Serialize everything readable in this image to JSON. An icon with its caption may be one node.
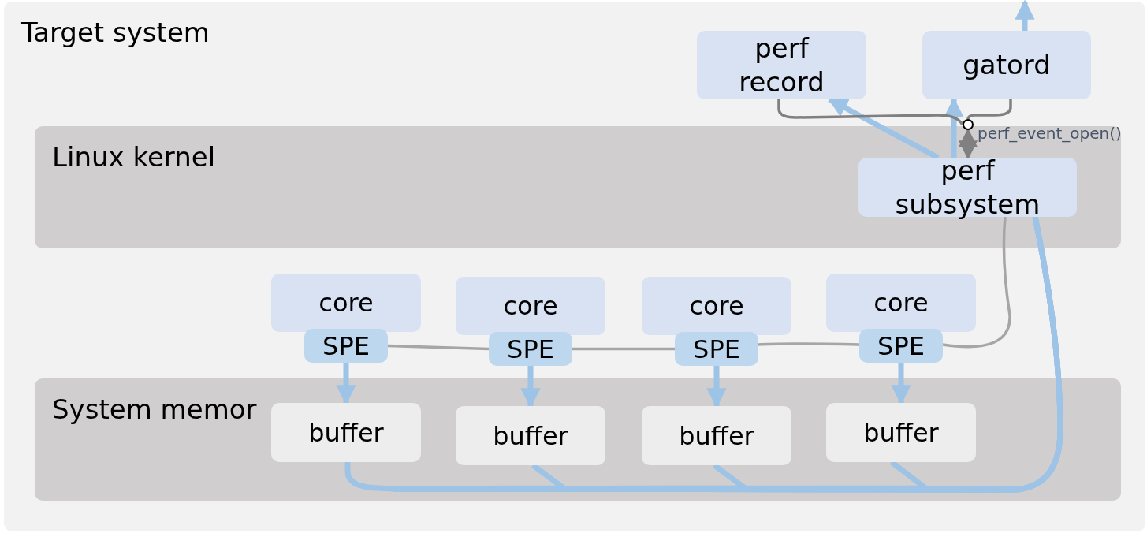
{
  "diagram": {
    "nodes": [
      {
        "text": [
          "Target system"
        ]
      },
      {
        "text": [
          "perf record"
        ],
        "in": 0
      },
      {
        "text": [
          "gatord"
        ],
        "in": 0
      },
      {
        "text": [
          "Linux kernel"
        ],
        "in": 0
      },
      {
        "text": [
          "perf subsystem"
        ],
        "in": 3
      },
      {
        "text": [],
        "shape": "circle",
        "in": 0
      },
      {
        "text": [
          "core"
        ],
        "in": 0
      },
      {
        "text": [
          "SPE"
        ],
        "in": 0
      },
      {
        "text": [
          "core"
        ],
        "in": 0
      },
      {
        "text": [
          "SPE"
        ],
        "in": 0
      },
      {
        "text": [
          "core"
        ],
        "in": 0
      },
      {
        "text": [
          "SPE"
        ],
        "in": 0
      },
      {
        "text": [
          "core"
        ],
        "in": 0
      },
      {
        "text": [
          "SPE"
        ],
        "in": 0
      },
      {
        "text": [
          "System memor"
        ],
        "in": 0
      },
      {
        "text": [
          "buffer"
        ],
        "in": 14
      },
      {
        "text": [
          "buffer"
        ],
        "in": 14
      },
      {
        "text": [
          "buffer"
        ],
        "in": 14
      },
      {
        "text": [
          "buffer"
        ],
        "in": 14
      }
    ],
    "edges": [
      {
        "from": 4,
        "to": 1,
        "arrow": "to"
      },
      {
        "from": 4,
        "to": 2,
        "arrow": "to"
      },
      {
        "from": 2,
        "to": null,
        "arrow": "to"
      },
      {
        "from": 7,
        "to": 15,
        "arrow": "to"
      },
      {
        "from": 9,
        "to": 16,
        "arrow": "to"
      },
      {
        "from": 11,
        "to": 17,
        "arrow": "to"
      },
      {
        "from": 13,
        "to": 18,
        "arrow": "to"
      },
      {
        "from": 15,
        "to": 4,
        "arrow": "none"
      },
      {
        "from": 16,
        "to": 4,
        "arrow": "none"
      },
      {
        "from": 17,
        "to": 4,
        "arrow": "none"
      },
      {
        "from": 18,
        "to": 4,
        "arrow": "none"
      },
      {
        "from": 7,
        "to": 9,
        "arrow": "none",
        "color": "#a6a6a6"
      },
      {
        "from": 9,
        "to": 11,
        "arrow": "none",
        "color": "#a6a6a6"
      },
      {
        "from": 11,
        "to": 13,
        "arrow": "none",
        "color": "#a6a6a6"
      },
      {
        "from": 13,
        "to": 4,
        "arrow": "none",
        "color": "#a6a6a6"
      },
      {
        "from": 1,
        "to": 5,
        "arrow": "none",
        "color": "#808080"
      },
      {
        "from": 2,
        "to": 5,
        "arrow": "none",
        "color": "#808080"
      },
      {
        "from": 5,
        "to": 4,
        "arrow": "both",
        "label": "perf_event_open()",
        "color": "#808080"
      }
    ]
  }
}
